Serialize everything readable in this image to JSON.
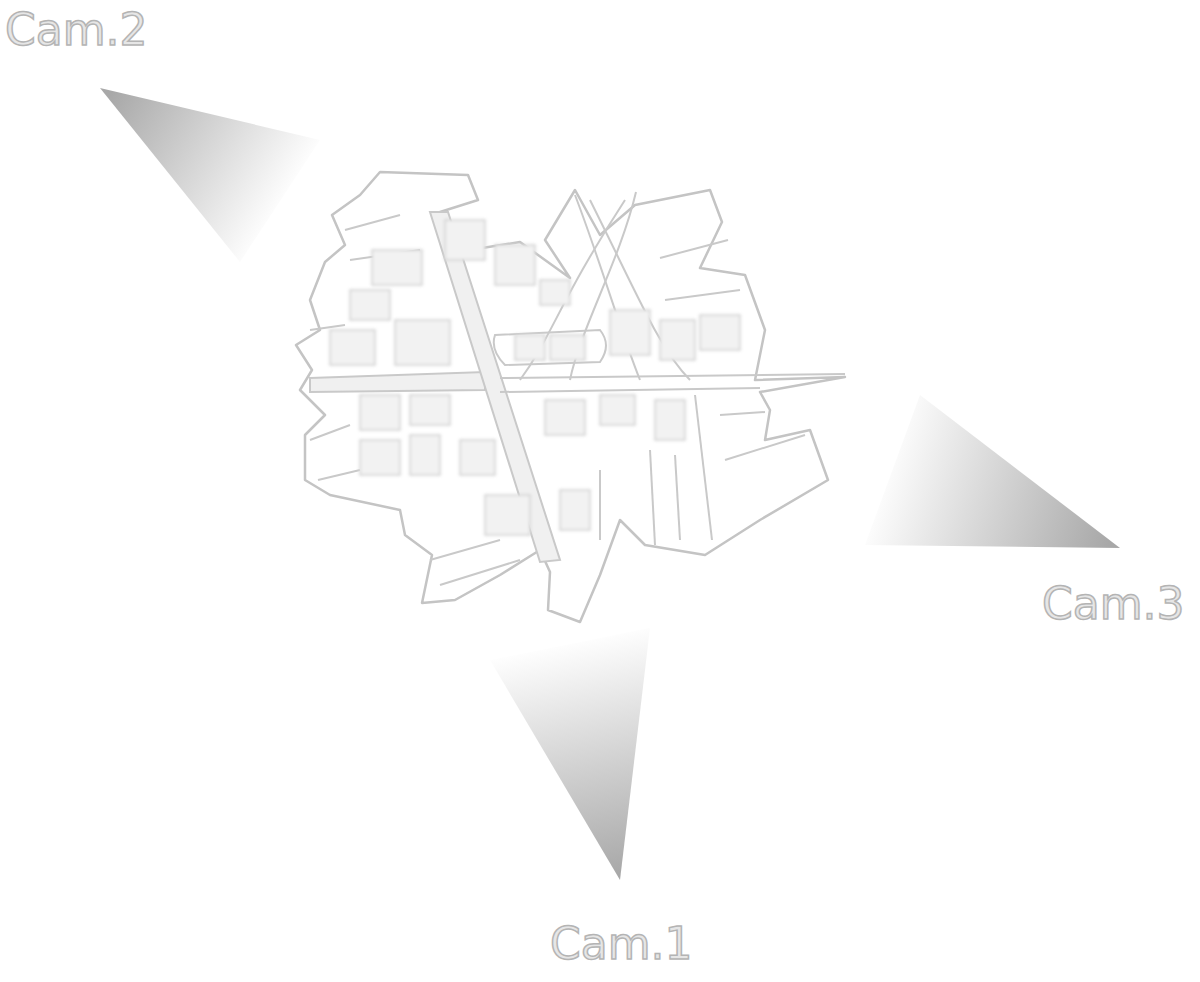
{
  "diagram": {
    "labels": [
      "Cam.2",
      "Cam.3",
      "Cam.1"
    ]
  }
}
